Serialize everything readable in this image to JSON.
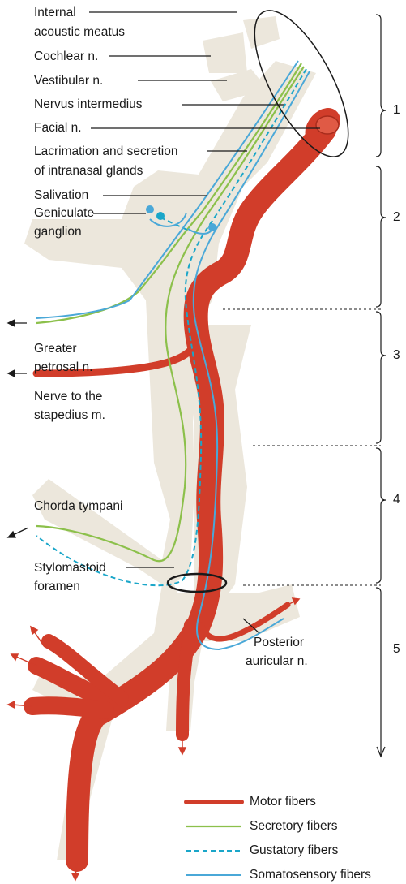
{
  "labels": {
    "internal_acoustic_meatus": [
      "Internal",
      "acoustic meatus"
    ],
    "cochlear": "Cochlear n.",
    "vestibular": "Vestibular n.",
    "nervus_intermedius": "Nervus intermedius",
    "facial": "Facial n.",
    "lacrimation": [
      "Lacrimation and secretion",
      "of intranasal glands"
    ],
    "salivation": "Salivation",
    "geniculate": [
      "Geniculate",
      "ganglion"
    ],
    "greater_petrosal": [
      "Greater",
      "petrosal n."
    ],
    "nerve_stapedius": [
      "Nerve to the",
      "stapedius m."
    ],
    "chorda_tympani": "Chorda tympani",
    "stylomastoid": [
      "Stylomastoid",
      "foramen"
    ],
    "posterior_auricular": [
      "Posterior",
      "auricular n."
    ]
  },
  "sections": [
    "1",
    "2",
    "3",
    "4",
    "5"
  ],
  "legend": [
    {
      "label": "Motor fibers",
      "color": "#d13d2a",
      "style": "thick"
    },
    {
      "label": "Secretory fibers",
      "color": "#8cc04b",
      "style": "solid"
    },
    {
      "label": "Gustatory fibers",
      "color": "#1aa6c9",
      "style": "dashed"
    },
    {
      "label": "Somatosensory fibers",
      "color": "#4aa8d8",
      "style": "solid"
    }
  ]
}
